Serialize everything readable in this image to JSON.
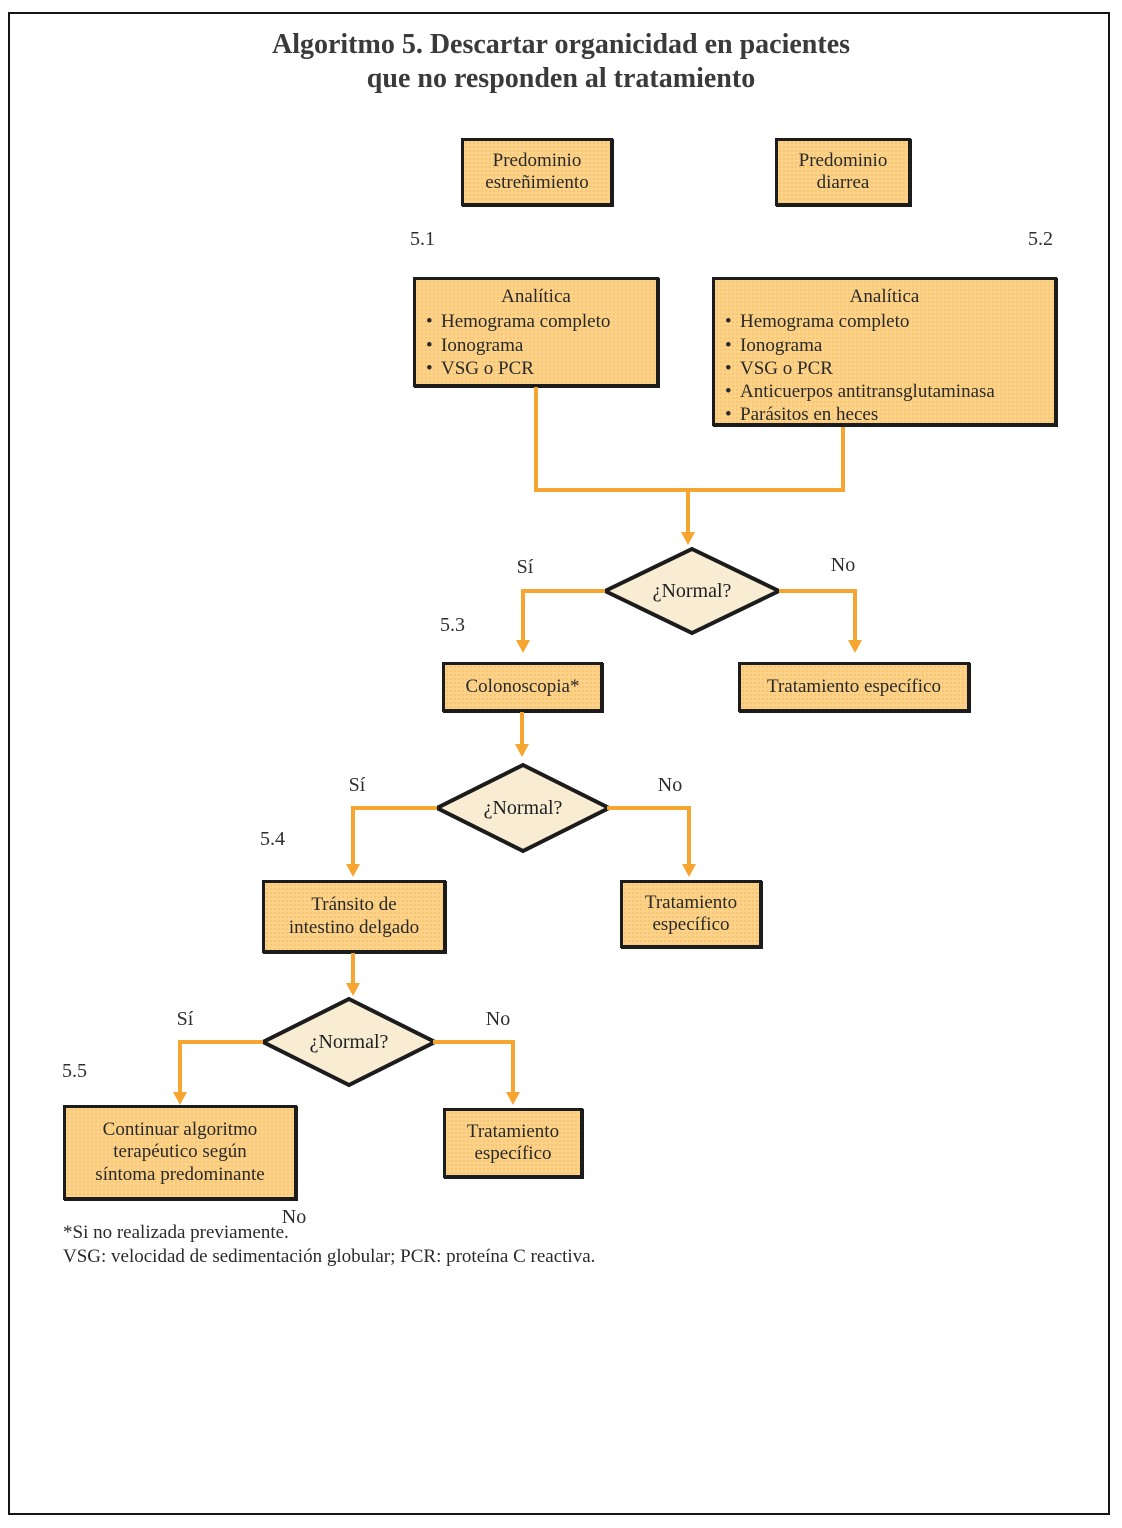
{
  "title": {
    "text": "Algoritmo 5. Descartar organicidad en pacientes\nque no responden al tratamiento"
  },
  "steps": {
    "s1": "5.1",
    "s2": "5.2",
    "s3": "5.3",
    "s4": "5.4",
    "s5": "5.5"
  },
  "nodes": {
    "predominio_estrenimiento": {
      "text": "Predominio\nestreñimiento"
    },
    "predominio_diarrea": {
      "text": "Predominio\ndiarrea"
    },
    "analitica_estrenimiento": {
      "heading": "Analítica",
      "items": [
        "Hemograma completo",
        "Ionograma",
        "VSG o PCR"
      ]
    },
    "analitica_diarrea": {
      "heading": "Analítica",
      "items": [
        "Hemograma completo",
        "Ionograma",
        "VSG o PCR",
        "Anticuerpos antitransglutaminasa",
        "Parásitos en heces"
      ]
    },
    "colonoscopia": {
      "text": "Colonoscopia*"
    },
    "tratamiento_especifico_1": {
      "text": "Tratamiento específico"
    },
    "transito_intestino": {
      "text": "Tránsito de\nintestino delgado"
    },
    "tratamiento_especifico_2": {
      "text": "Tratamiento\nespecífico"
    },
    "continuar_algoritmo": {
      "text": "Continuar algoritmo\nterapéutico según\nsíntoma predominante"
    },
    "tratamiento_especifico_3": {
      "text": "Tratamiento\nespecífico"
    }
  },
  "decisions": {
    "d1": {
      "label": "¿Normal?",
      "yes": "Sí",
      "no": "No"
    },
    "d2": {
      "label": "¿Normal?",
      "yes": "Sí",
      "no": "No"
    },
    "d3": {
      "label": "¿Normal?",
      "yes": "Sí",
      "no": "No"
    }
  },
  "stray_label": "No",
  "footnotes": {
    "line1": "*Si no realizada previamente.",
    "line2": "VSG: velocidad de sedimentación globular; PCR: proteína C reactiva."
  },
  "colors": {
    "accent": "#f6a530",
    "box-fill": "#fbd287",
    "box-dot": "#eca43f",
    "diamond-fill": "#f8ecd2",
    "line-border": "#1c1c1c",
    "text": "#29292b"
  }
}
